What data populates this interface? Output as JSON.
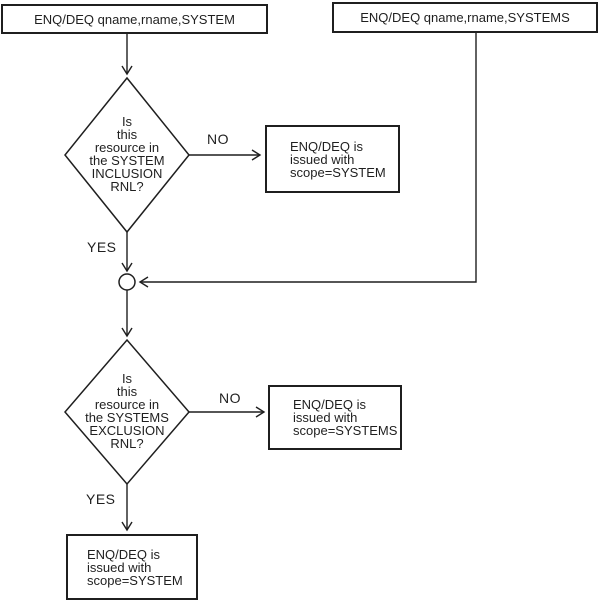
{
  "diagram": {
    "type": "flowchart",
    "colors": {
      "background": "#ffffff",
      "line": "#1f1f1f",
      "text": "#1f1f1f"
    },
    "nodes": {
      "entry_system": "ENQ/DEQ qname,rname,SYSTEM",
      "entry_systems": "ENQ/DEQ qname,rname,SYSTEMS",
      "decision_inclusion": "Is\nthis\nresource in\nthe SYSTEM\nINCLUSION\nRNL?",
      "result_inclusion_no": "ENQ/DEQ is\nissued with\nscope=SYSTEM",
      "decision_exclusion": "Is\nthis\nresource in\nthe SYSTEMS\nEXCLUSION\nRNL?",
      "result_exclusion_no": "ENQ/DEQ is\nissued with\nscope=SYSTEMS",
      "result_exclusion_yes": "ENQ/DEQ is\nissued with\nscope=SYSTEM"
    },
    "edge_labels": {
      "inclusion_no": "NO",
      "inclusion_yes": "YES",
      "exclusion_no": "NO",
      "exclusion_yes": "YES"
    }
  }
}
